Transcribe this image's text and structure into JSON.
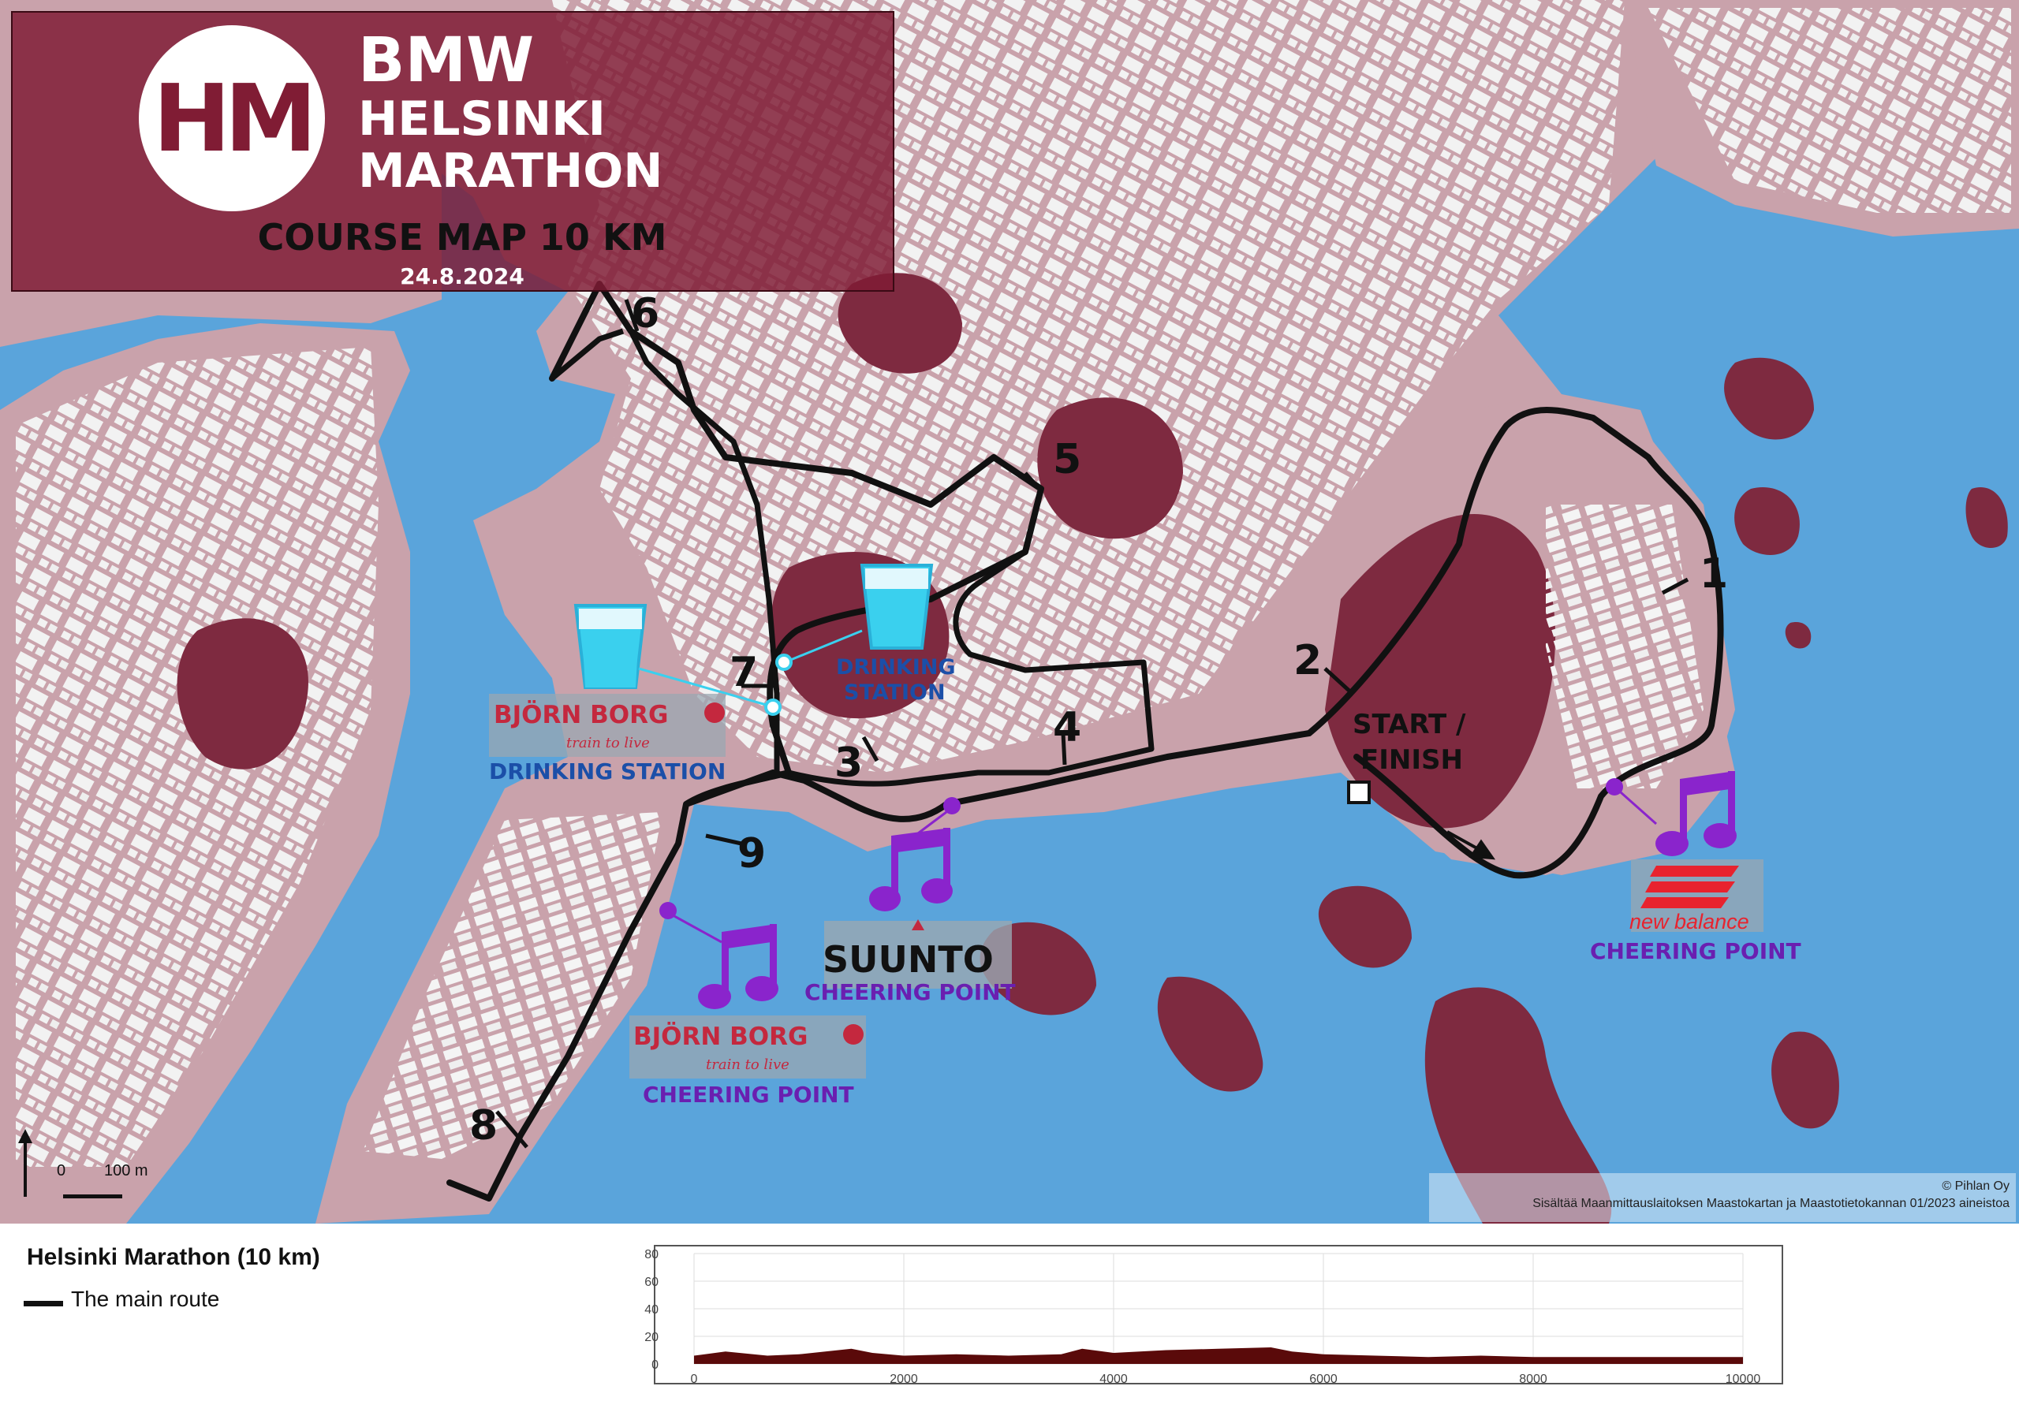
{
  "header": {
    "logo_text": "HM",
    "brand": [
      "BMW",
      "HELSINKI",
      "MARATHON"
    ],
    "course_title": "COURSE MAP 10 KM",
    "date": "24.8.2024"
  },
  "route": {
    "distance_markers": [
      "1",
      "2",
      "3",
      "4",
      "5",
      "6",
      "7",
      "8",
      "9"
    ],
    "start_finish_label": [
      "START /",
      "FINISH"
    ],
    "color": "#111111"
  },
  "drinking_stations": [
    {
      "sponsor": "BJÖRN BORG",
      "sponsor_tagline": "train to live",
      "label": "DRINKING  STATION"
    },
    {
      "label_lines": [
        "DRINKING",
        "STATION"
      ]
    }
  ],
  "cheering_points": [
    {
      "sponsor": "SUUNTO",
      "label": "CHEERING POINT"
    },
    {
      "sponsor": "BJÖRN BORG",
      "sponsor_tagline": "train to live",
      "label": "CHEERING POINT"
    },
    {
      "sponsor": "new balance",
      "label": "CHEERING POINT"
    }
  ],
  "scale": {
    "start": "0",
    "end": "100 m"
  },
  "attribution": {
    "line1": "© Pihlan Oy",
    "line2": "Sisältää Maanmittauslaitoksen Maastokartan ja Maastotietokannan 01/2023 aineistoa"
  },
  "legend": {
    "title": "Helsinki Marathon (10 km)",
    "item": "The main route"
  },
  "elevation_chart": {
    "type": "area",
    "x_ticks": [
      "0",
      "2000",
      "4000",
      "6000",
      "8000",
      "10000"
    ],
    "y_ticks": [
      "0",
      "20",
      "40",
      "60",
      "80"
    ],
    "xlim": [
      0,
      10000
    ],
    "ylim": [
      0,
      80
    ],
    "grid": true,
    "fill_color": "#5a0a0a",
    "x": [
      0,
      300,
      700,
      1000,
      1500,
      1700,
      2000,
      2500,
      3000,
      3500,
      3700,
      4000,
      4500,
      5000,
      5500,
      5700,
      6000,
      6500,
      7000,
      7500,
      8000,
      8500,
      9000,
      9500,
      10000
    ],
    "y": [
      6,
      9,
      6,
      7,
      11,
      8,
      6,
      7,
      6,
      7,
      11,
      8,
      10,
      11,
      12,
      9,
      7,
      6,
      5,
      6,
      5,
      5,
      5,
      5,
      5
    ]
  },
  "colors": {
    "water": "#5aa4db",
    "land": "#c9a2ab",
    "hill": "#7e2a40",
    "building": "#f2f2f2",
    "panel": "#801c34",
    "water_icon": "#3ad0ee",
    "drinking_text": "#1b4fa8",
    "cheer_text": "#6a1fb0",
    "music_note": "#8a24cc",
    "bjorn_borg": "#c4283e",
    "new_balance": "#e8232e"
  },
  "icons": [
    "water-cup-icon",
    "music-note-icon",
    "north-arrow-icon",
    "start-finish-square-icon",
    "direction-arrow-icon"
  ]
}
